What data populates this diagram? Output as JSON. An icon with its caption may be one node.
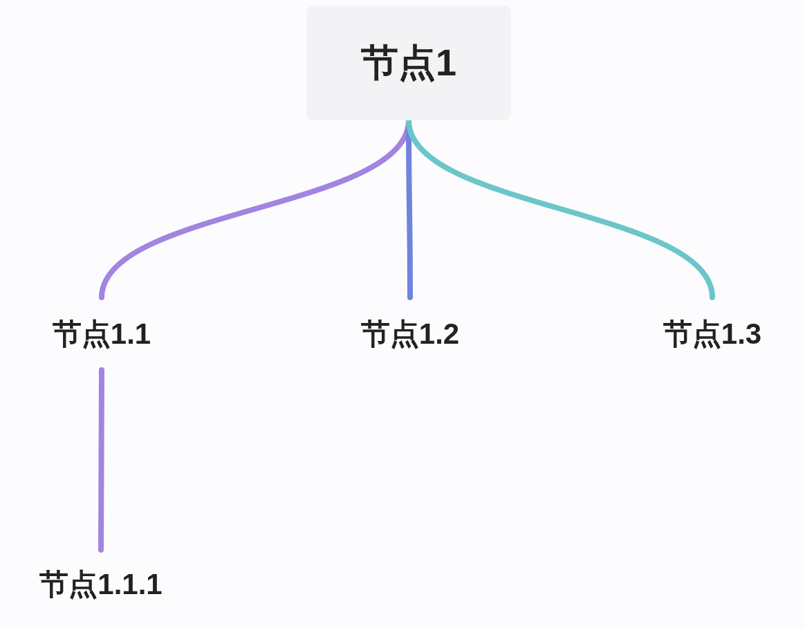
{
  "diagram": {
    "nodes": [
      {
        "text": [
          "节点1"
        ]
      },
      {
        "text": [
          "节点1.1"
        ]
      },
      {
        "text": [
          "节点1.2"
        ]
      },
      {
        "text": [
          "节点1.3"
        ]
      },
      {
        "text": [
          "节点1.1.1"
        ]
      }
    ],
    "edges": [
      {
        "from": 0,
        "to": 1,
        "arrow": "none",
        "color": "#a384e0"
      },
      {
        "from": 0,
        "to": 2,
        "arrow": "none",
        "color": "#6f84dc"
      },
      {
        "from": 0,
        "to": 3,
        "arrow": "none",
        "color": "#6cc6c9"
      },
      {
        "from": 1,
        "to": 4,
        "arrow": "none",
        "color": "#a384e0"
      }
    ]
  }
}
